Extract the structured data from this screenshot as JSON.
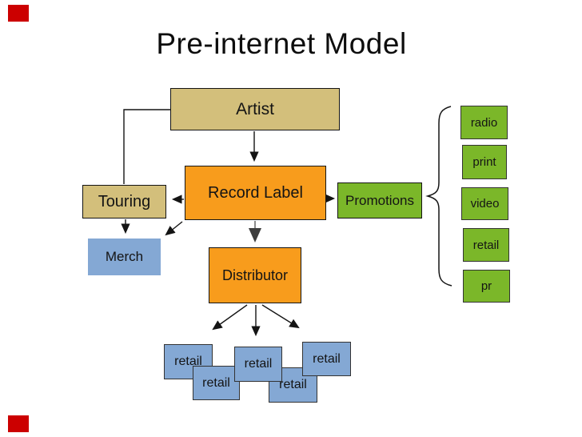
{
  "slide": {
    "title": "Pre-internet Model"
  },
  "nodes": {
    "artist": {
      "label": "Artist",
      "fill": "#d3bf7b"
    },
    "record_label": {
      "label": "Record Label",
      "fill": "#f89c1c"
    },
    "touring": {
      "label": "Touring",
      "fill": "#d3bf7b"
    },
    "promotions": {
      "label": "Promotions",
      "fill": "#7bb729"
    },
    "merch": {
      "label": "Merch",
      "fill": "#84a8d4"
    },
    "distributor": {
      "label": "Distributor",
      "fill": "#f89c1c"
    }
  },
  "promotion_channels": [
    "radio",
    "print",
    "video",
    "retail",
    "pr"
  ],
  "retail_outlets": [
    "retail",
    "retail",
    "retail",
    "retail",
    "retail"
  ],
  "colors": {
    "tan": "#d3bf7b",
    "orange": "#f89c1c",
    "green": "#7bb729",
    "blue": "#84a8d4",
    "connector_black": "#141414",
    "connector_gray": "#8c8c8c",
    "corner_accent_red": "#cc0000",
    "text": "#111111",
    "background": "#ffffff"
  }
}
